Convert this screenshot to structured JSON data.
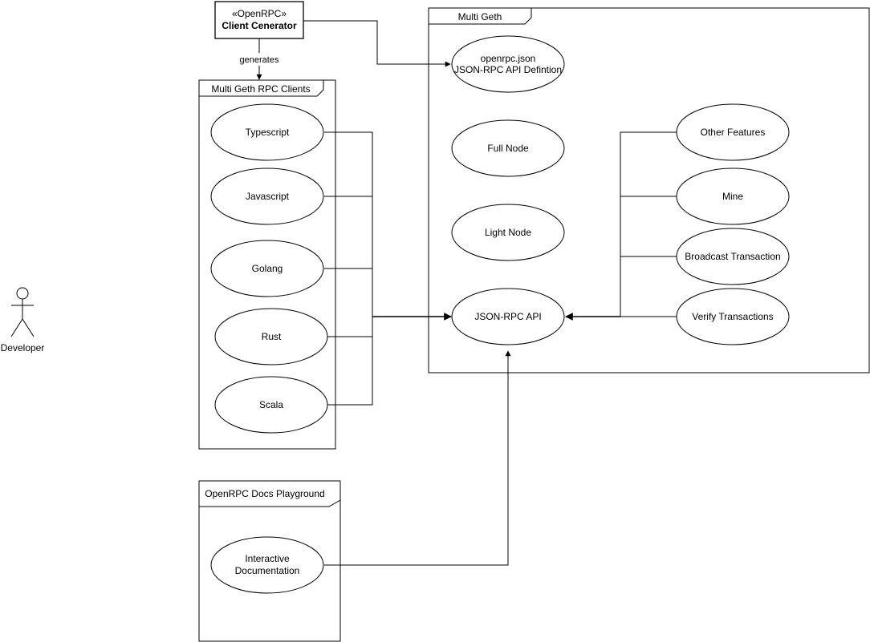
{
  "actor": {
    "label": "Developer"
  },
  "generator": {
    "stereotype": "«OpenRPC»",
    "name": "Client Cenerator"
  },
  "generates_label": "generates",
  "frames": {
    "multi_geth": {
      "title": "Multi Geth"
    },
    "rpc_clients": {
      "title": "Multi Geth RPC Clients"
    },
    "docs_playground": {
      "title": "OpenRPC Docs Playground"
    }
  },
  "use_cases": {
    "openrpc_json": {
      "line1": "openrpc.json",
      "line2": "JSON-RPC API Defintion"
    },
    "full_node": "Full Node",
    "light_node": "Light Node",
    "json_rpc_api": "JSON-RPC API",
    "other_features": "Other Features",
    "mine": "Mine",
    "broadcast_transaction": "Broadcast Transaction",
    "verify_transactions": "Verify Transactions",
    "typescript": "Typescript",
    "javascript": "Javascript",
    "golang": "Golang",
    "rust": "Rust",
    "scala": "Scala",
    "interactive_docs": {
      "line1": "Interactive",
      "line2": "Documentation"
    }
  }
}
